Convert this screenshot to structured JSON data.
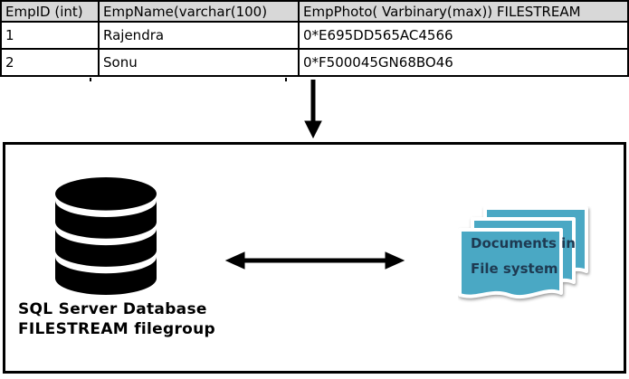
{
  "table": {
    "columns": [
      "EmpID (int)",
      "EmpName(varchar(100)",
      "EmpPhoto( Varbinary(max)) FILESTREAM"
    ],
    "rows": [
      [
        "1",
        "Rajendra",
        "0*E695DD565AC4566"
      ],
      [
        "2",
        "Sonu",
        "0*F500045GN68BO46"
      ]
    ]
  },
  "storage_box": {
    "database_label_line1": "SQL Server Database",
    "database_label_line2": "FILESTREAM filegroup",
    "documents_label_line1": "Documents in",
    "documents_label_line2": "File system"
  },
  "icons": {
    "database": "database-cylinder-icon",
    "documents": "stacked-documents-icon",
    "down_arrow": "down-arrow-icon",
    "bidirectional_arrow": "left-right-arrow-icon"
  },
  "colors": {
    "ink": "#000000",
    "table_header_bg": "#d8d8d8",
    "document_fill": "#4aa8c4",
    "document_text": "#1e3a52"
  }
}
